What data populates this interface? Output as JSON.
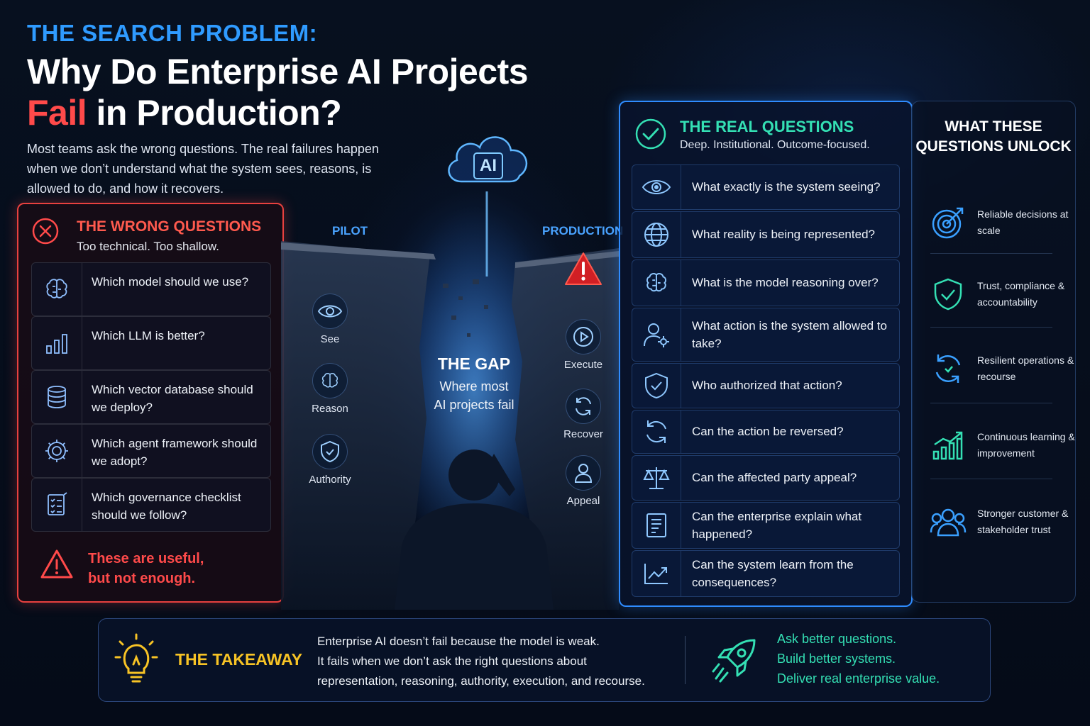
{
  "header": {
    "kicker": "THE SEARCH PROBLEM:",
    "title_line1": "Why Do Enterprise AI Projects",
    "title_fail": "Fail",
    "title_rest": " in Production?",
    "intro": "Most teams ask the wrong questions. The real failures happen when we don’t understand what the system sees, reasons, is allowed to do, and how it recovers."
  },
  "wrong": {
    "title": "THE WRONG QUESTIONS",
    "subtitle": "Too technical. Too shallow.",
    "items": [
      {
        "icon": "brain-icon",
        "text": "Which model should we use?"
      },
      {
        "icon": "bar-chart-icon",
        "text": "Which LLM is better?"
      },
      {
        "icon": "database-icon",
        "text": "Which vector database should we deploy?"
      },
      {
        "icon": "gear-icon",
        "text": "Which agent framework should we adopt?"
      },
      {
        "icon": "checklist-icon",
        "text": "Which governance checklist should we follow?"
      }
    ],
    "warning_line1": "These are useful,",
    "warning_line2": "but not enough.",
    "accent": "#ff4a4a"
  },
  "middle": {
    "ai_label": "AI",
    "pilot_label": "PILOT",
    "production_label": "PRODUCTION",
    "left_stages": [
      {
        "icon": "eye-icon",
        "label": "See"
      },
      {
        "icon": "brain-icon",
        "label": "Reason"
      },
      {
        "icon": "shield-icon",
        "label": "Authority"
      }
    ],
    "right_stages": [
      {
        "icon": "play-icon",
        "label": "Execute"
      },
      {
        "icon": "refresh-icon",
        "label": "Recover"
      },
      {
        "icon": "person-icon",
        "label": "Appeal"
      }
    ],
    "gap_title": "THE GAP",
    "gap_sub_line1": "Where most",
    "gap_sub_line2": "AI projects fail"
  },
  "real": {
    "title": "THE REAL QUESTIONS",
    "subtitle": "Deep. Institutional. Outcome-focused.",
    "items": [
      {
        "icon": "eye-icon",
        "text": "What exactly is the system seeing?"
      },
      {
        "icon": "globe-icon",
        "text": "What reality is being represented?"
      },
      {
        "icon": "brain-icon",
        "text": "What is the model reasoning over?"
      },
      {
        "icon": "user-gear-icon",
        "text": "What action is the system allowed to take?"
      },
      {
        "icon": "shield-check-icon",
        "text": "Who authorized that action?"
      },
      {
        "icon": "refresh-icon",
        "text": "Can the action be reversed?"
      },
      {
        "icon": "scales-icon",
        "text": "Can the affected party appeal?"
      },
      {
        "icon": "document-icon",
        "text": "Can the enterprise explain what happened?"
      },
      {
        "icon": "trend-chart-icon",
        "text": "Can the system learn from the consequences?"
      }
    ],
    "accent": "#34e0b4"
  },
  "unlock": {
    "title": "WHAT THESE QUESTIONS UNLOCK",
    "items": [
      {
        "icon": "target-icon",
        "text": "Reliable decisions at scale"
      },
      {
        "icon": "shield-check-icon",
        "text": "Trust, compliance & accountability"
      },
      {
        "icon": "cycle-icon",
        "text": "Resilient operations & recourse"
      },
      {
        "icon": "growth-chart-icon",
        "text": "Continuous learning & improvement"
      },
      {
        "icon": "people-icon",
        "text": "Stronger customer & stakeholder trust"
      }
    ]
  },
  "takeaway": {
    "label": "THE TAKEAWAY",
    "line1": "Enterprise AI doesn’t fail because the model is weak.",
    "line2": "It fails when we don’t ask the right questions about",
    "line3": "representation, reasoning, authority, execution, and recourse.",
    "cta1": "Ask better questions.",
    "cta2": "Build better systems.",
    "cta3": "Deliver real enterprise value."
  },
  "colors": {
    "blue": "#2f9bff",
    "red": "#ff4a4a",
    "teal": "#34e0b4",
    "gold": "#f7c325"
  }
}
